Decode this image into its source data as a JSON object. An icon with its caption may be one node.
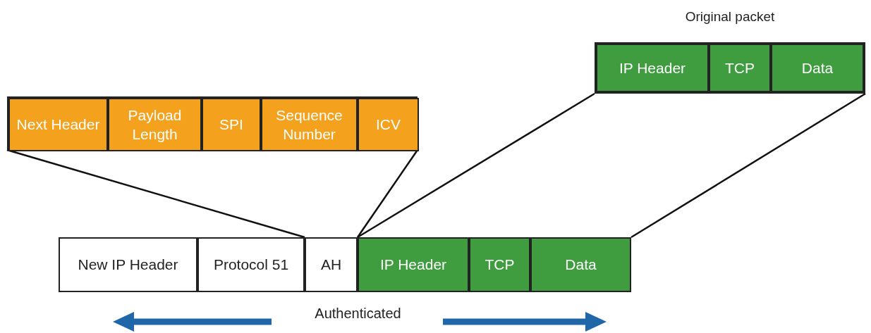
{
  "diagram": {
    "nodes": [
      {
        "text": [],
        "shape": "box"
      },
      {
        "text": [
          "Next Header"
        ],
        "in": 0
      },
      {
        "text": [
          "Payload Length"
        ],
        "in": 0
      },
      {
        "text": [
          "SPI"
        ],
        "in": 0
      },
      {
        "text": [
          "Sequence Number"
        ],
        "in": 0
      },
      {
        "text": [
          "ICV"
        ],
        "in": 0
      },
      {
        "text": [
          "Original packet"
        ]
      },
      {
        "text": [
          "IP Header"
        ],
        "in": 6
      },
      {
        "text": [
          "TCP"
        ],
        "in": 6
      },
      {
        "text": [
          "Data"
        ],
        "in": 6
      },
      {
        "text": [
          "New IP Header"
        ]
      },
      {
        "text": [
          "Protocol 51"
        ]
      },
      {
        "text": [
          "AH"
        ]
      },
      {
        "text": [
          "IP Header"
        ]
      },
      {
        "text": [
          "TCP"
        ]
      },
      {
        "text": [
          "Data"
        ]
      }
    ],
    "edges": [
      {
        "from": 0,
        "to": 12,
        "arrow": "none"
      },
      {
        "from": 0,
        "to": 12,
        "arrow": "none"
      },
      {
        "from": 6,
        "to": 13,
        "arrow": "none"
      },
      {
        "from": 6,
        "to": 15,
        "arrow": "none"
      }
    ],
    "labels": [
      "Authenticated"
    ]
  }
}
